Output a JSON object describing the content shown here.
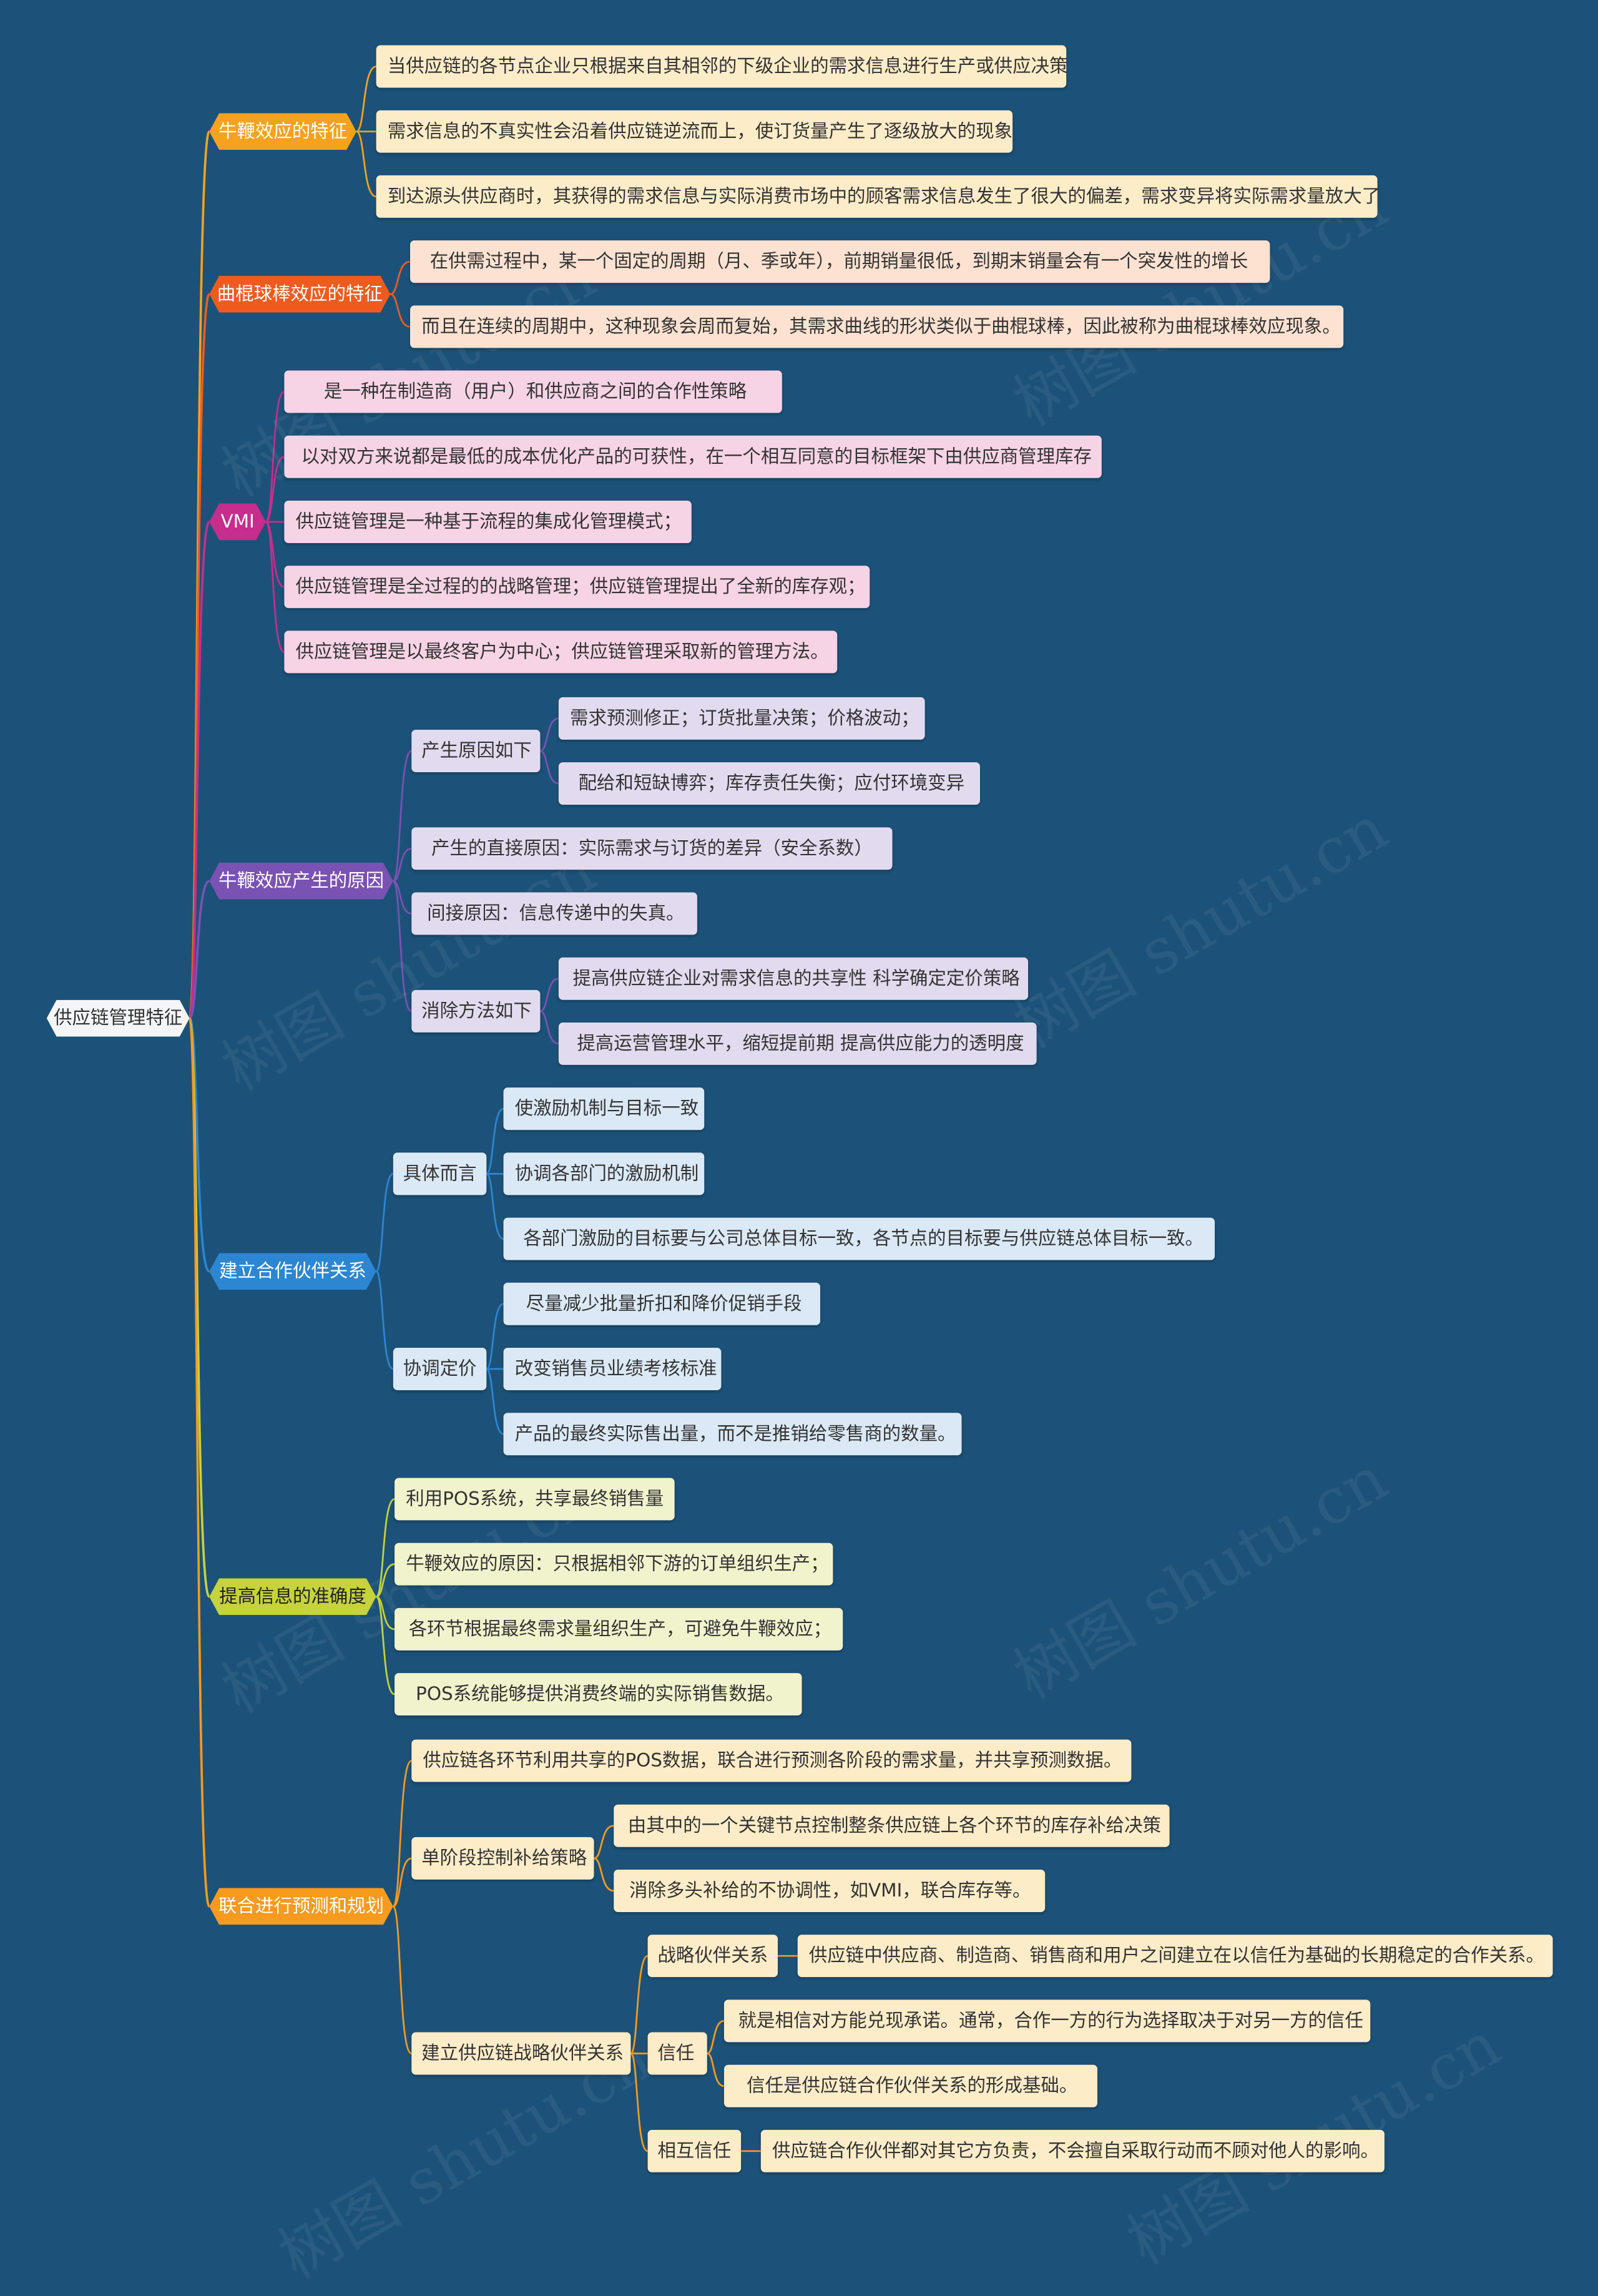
{
  "root": {
    "label": "供应链管理特征"
  },
  "branches": {
    "b1": {
      "label": "牛鞭效应的特征",
      "color": "#f6a21e",
      "items": [
        "当供应链的各节点企业只根据来自其相邻的下级企业的需求信息进行生产或供应决策",
        "需求信息的不真实性会沿着供应链逆流而上，使订货量产生了逐级放大的现象",
        "到达源头供应商时，其获得的需求信息与实际消费市场中的顾客需求信息发生了很大的偏差，需求变异将实际需求量放大了"
      ]
    },
    "b2": {
      "label": "曲棍球棒效应的特征",
      "color": "#ef5b1f",
      "items": [
        "在供需过程中，某一个固定的周期（月、季或年），前期销量很低，到期末销量会有一个突发性的增长",
        "而且在连续的周期中，这种现象会周而复始，其需求曲线的形状类似于曲棍球棒，因此被称为曲棍球棒效应现象。"
      ]
    },
    "b3": {
      "label": "VMI",
      "color": "#c62d8c",
      "items": [
        "是一种在制造商（用户）和供应商之间的合作性策略",
        "以对双方来说都是最低的成本优化产品的可获性，在一个相互同意的目标框架下由供应商管理库存",
        "供应链管理是一种基于流程的集成化管理模式；",
        "供应链管理是全过程的的战略管理；供应链管理提出了全新的库存观；",
        "供应链管理是以最终客户为中心；供应链管理采取新的管理方法。"
      ]
    },
    "b4": {
      "label": "牛鞭效应产生的原因",
      "color": "#7a52b3",
      "cause": {
        "label": "产生原因如下",
        "items": [
          "需求预测修正；订货批量决策；价格波动；",
          "配给和短缺博弈；库存责任失衡；应付环境变异"
        ]
      },
      "direct": "产生的直接原因：实际需求与订货的差异（安全系数）",
      "indirect": "间接原因：信息传递中的失真。",
      "method": {
        "label": "消除方法如下",
        "items": [
          "提高供应链企业对需求信息的共享性 科学确定定价策略",
          "提高运营管理水平，缩短提前期 提高供应能力的透明度"
        ]
      }
    },
    "b5": {
      "label": "建立合作伙伴关系",
      "color": "#2c86d2",
      "specific": {
        "label": "具体而言",
        "items": [
          "使激励机制与目标一致",
          "协调各部门的激励机制",
          "各部门激励的目标要与公司总体目标一致，各节点的目标要与供应链总体目标一致。"
        ]
      },
      "pricing": {
        "label": "协调定价",
        "items": [
          "尽量减少批量折扣和降价促销手段",
          "改变销售员业绩考核标准",
          "产品的最终实际售出量，而不是推销给零售商的数量。"
        ]
      }
    },
    "b6": {
      "label": "提高信息的准确度",
      "color": "#c6d33a",
      "items": [
        "利用POS系统，共享最终销售量",
        "牛鞭效应的原因：只根据相邻下游的订单组织生产；",
        "各环节根据最终需求量组织生产，可避免牛鞭效应；",
        "POS系统能够提供消费终端的实际销售数据。"
      ]
    },
    "b7": {
      "label": "联合进行预测和规划",
      "color": "#f79a1e",
      "pos": "供应链各环节利用共享的POS数据，联合进行预测各阶段的需求量，并共享预测数据。",
      "single": {
        "label": "单阶段控制补给策略",
        "items": [
          "由其中的一个关键节点控制整条供应链上各个环节的库存补给决策",
          "消除多头补给的不协调性，如VMI，联合库存等。"
        ]
      },
      "strategic": {
        "label": "建立供应链战略伙伴关系",
        "partner": {
          "label": "战略伙伴关系",
          "item": "供应链中供应商、制造商、销售商和用户之间建立在以信任为基础的长期稳定的合作关系。"
        },
        "trust": {
          "label": "信任",
          "items": [
            "就是相信对方能兑现承诺。通常，合作一方的行为选择取决于对另一方的信任",
            "信任是供应链合作伙伴关系的形成基础。"
          ]
        },
        "mutual": {
          "label": "相互信任",
          "item": "供应链合作伙伴都对其它方负责，不会擅自采取行动而不顾对他人的影响。"
        }
      }
    }
  },
  "watermark": "树图 shutu.cn"
}
